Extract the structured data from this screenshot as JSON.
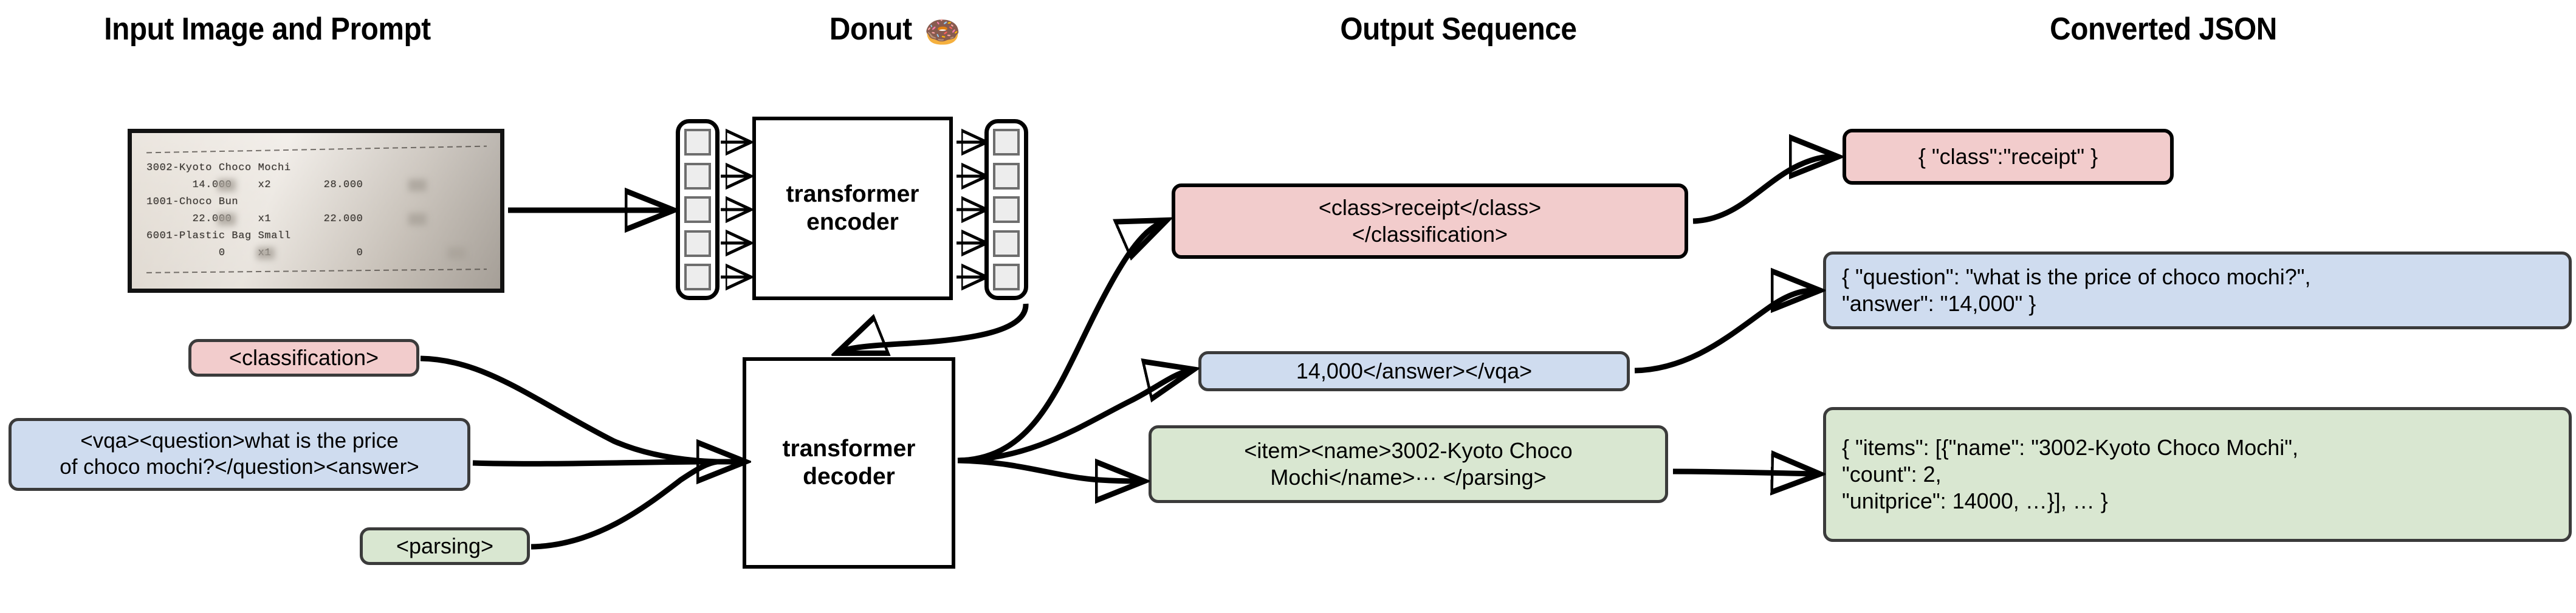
{
  "headers": {
    "input": "Input Image and Prompt",
    "model": "Donut",
    "model_emoji": "🍩",
    "output": "Output Sequence",
    "json": "Converted JSON"
  },
  "receipt": {
    "lines": [
      "3002-Kyoto Choco Mochi",
      "       14.000    x2        28.000",
      "1001-Choco Bun",
      "       22.000    x1        22.000",
      "6001-Plastic Bag Small",
      "           0     x1             0"
    ],
    "items": [
      {
        "name": "3002-Kyoto Choco Mochi",
        "unitprice": "14.000",
        "count": "x2",
        "price": "28.000"
      },
      {
        "name": "1001-Choco Bun",
        "unitprice": "22.000",
        "count": "x1",
        "price": "22.000"
      },
      {
        "name": "6001-Plastic Bag Small",
        "unitprice": "0",
        "count": "x1",
        "price": "0"
      }
    ]
  },
  "model": {
    "encoder_label": "transformer\nencoder",
    "decoder_label": "transformer\ndecoder",
    "encoder_input_tokens": 5,
    "encoder_output_tokens": 5
  },
  "prompts": [
    {
      "id": "classification",
      "text": "<classification>",
      "color": "#f2cccc"
    },
    {
      "id": "vqa",
      "text": "<vqa><question>what is the price\nof choco mochi?</question><answer>",
      "color": "#cfdcef"
    },
    {
      "id": "parsing",
      "text": "<parsing>",
      "color": "#d9e7d1"
    }
  ],
  "outputs": [
    {
      "id": "classification",
      "text": "<class>receipt</class>\n</classification>",
      "color": "#f2cccc"
    },
    {
      "id": "vqa",
      "text": "14,000</answer></vqa>",
      "color": "#cfdcef"
    },
    {
      "id": "parsing",
      "text": "<item><name>3002-Kyoto Choco\nMochi</name>··· </parsing>",
      "color": "#d9e7d1"
    }
  ],
  "converted": [
    {
      "id": "classification",
      "text": "{ \"class\":\"receipt\" }",
      "color": "#f2cccc"
    },
    {
      "id": "vqa",
      "text": "{ \"question\": \"what is the price of choco mochi?\",\n   \"answer\": \"14,000\" }",
      "color": "#cfdcef"
    },
    {
      "id": "parsing",
      "text": "{ \"items\": [{\"name\": \"3002-Kyoto Choco Mochi\",\n     \"count\": 2,\n     \"unitprice\": 14000, …}], … }",
      "color": "#d9e7d1"
    }
  ],
  "colors": {
    "pink": "#f2cccc",
    "blue": "#cfdcef",
    "green": "#d9e7d1",
    "border": "#3b3b3b",
    "stroke": "#000000",
    "token_fill": "#ededed",
    "token_border": "#6e6e6e"
  }
}
